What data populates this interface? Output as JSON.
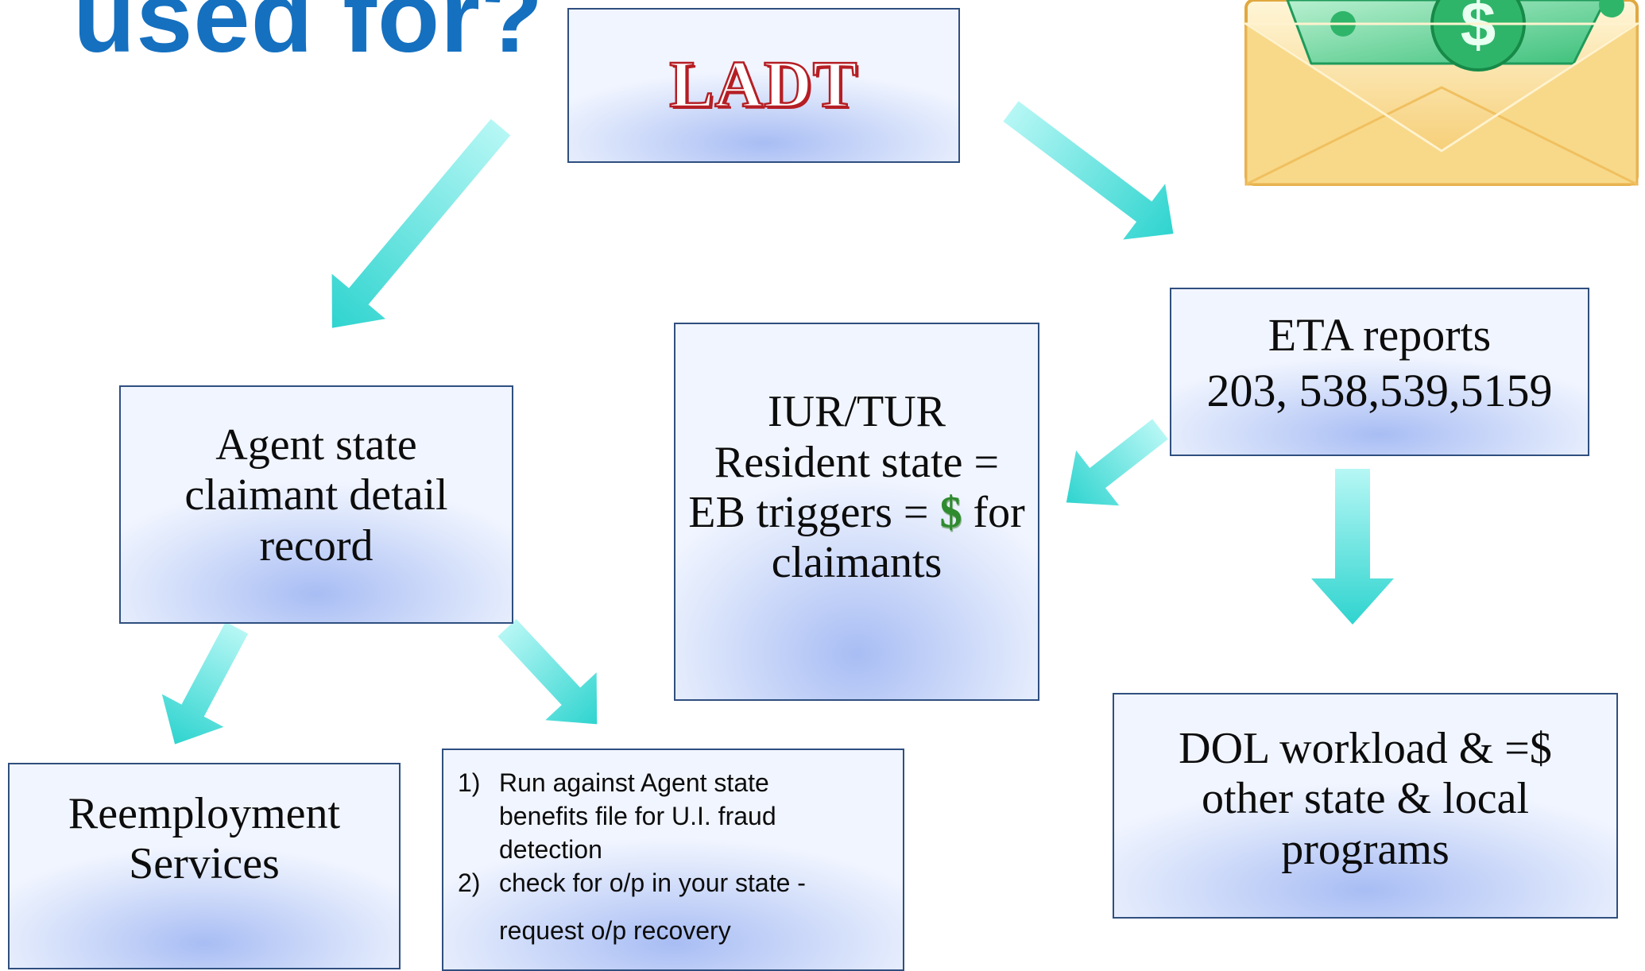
{
  "title": "used for?",
  "colors": {
    "title": "#1570c0",
    "ladt_text": "#b51e24",
    "box_border": "#2f4f7f",
    "box_fill": "#c6d4f8",
    "arrow": "#38dcd6",
    "dollar": "#2e8b2e"
  },
  "icons": {
    "envelope": "money-envelope-icon"
  },
  "nodes": {
    "ladt": {
      "label": "LADT"
    },
    "agent_state": {
      "lines": [
        "Agent state",
        "claimant detail",
        "record"
      ]
    },
    "iur_tur": {
      "line1": "IUR/TUR",
      "line2": "Resident state =",
      "line3_before": "EB triggers =",
      "line3_symbol": "$",
      "line3_after": "for",
      "line4": "claimants"
    },
    "eta_reports": {
      "lines": [
        "ETA reports",
        "203, 538,539,5159"
      ]
    },
    "dol_workload": {
      "lines": [
        "DOL workload & =$",
        "other state & local",
        "programs"
      ]
    },
    "reemployment": {
      "lines": [
        "Reemployment",
        "Services"
      ]
    },
    "run_against": {
      "items": [
        {
          "num": "1)",
          "lines": [
            "Run against  Agent state",
            "benefits file for U.I. fraud",
            "detection"
          ]
        },
        {
          "num": "2)",
          "lines": [
            "check for o/p in your state -",
            "request o/p recovery"
          ]
        }
      ]
    }
  }
}
